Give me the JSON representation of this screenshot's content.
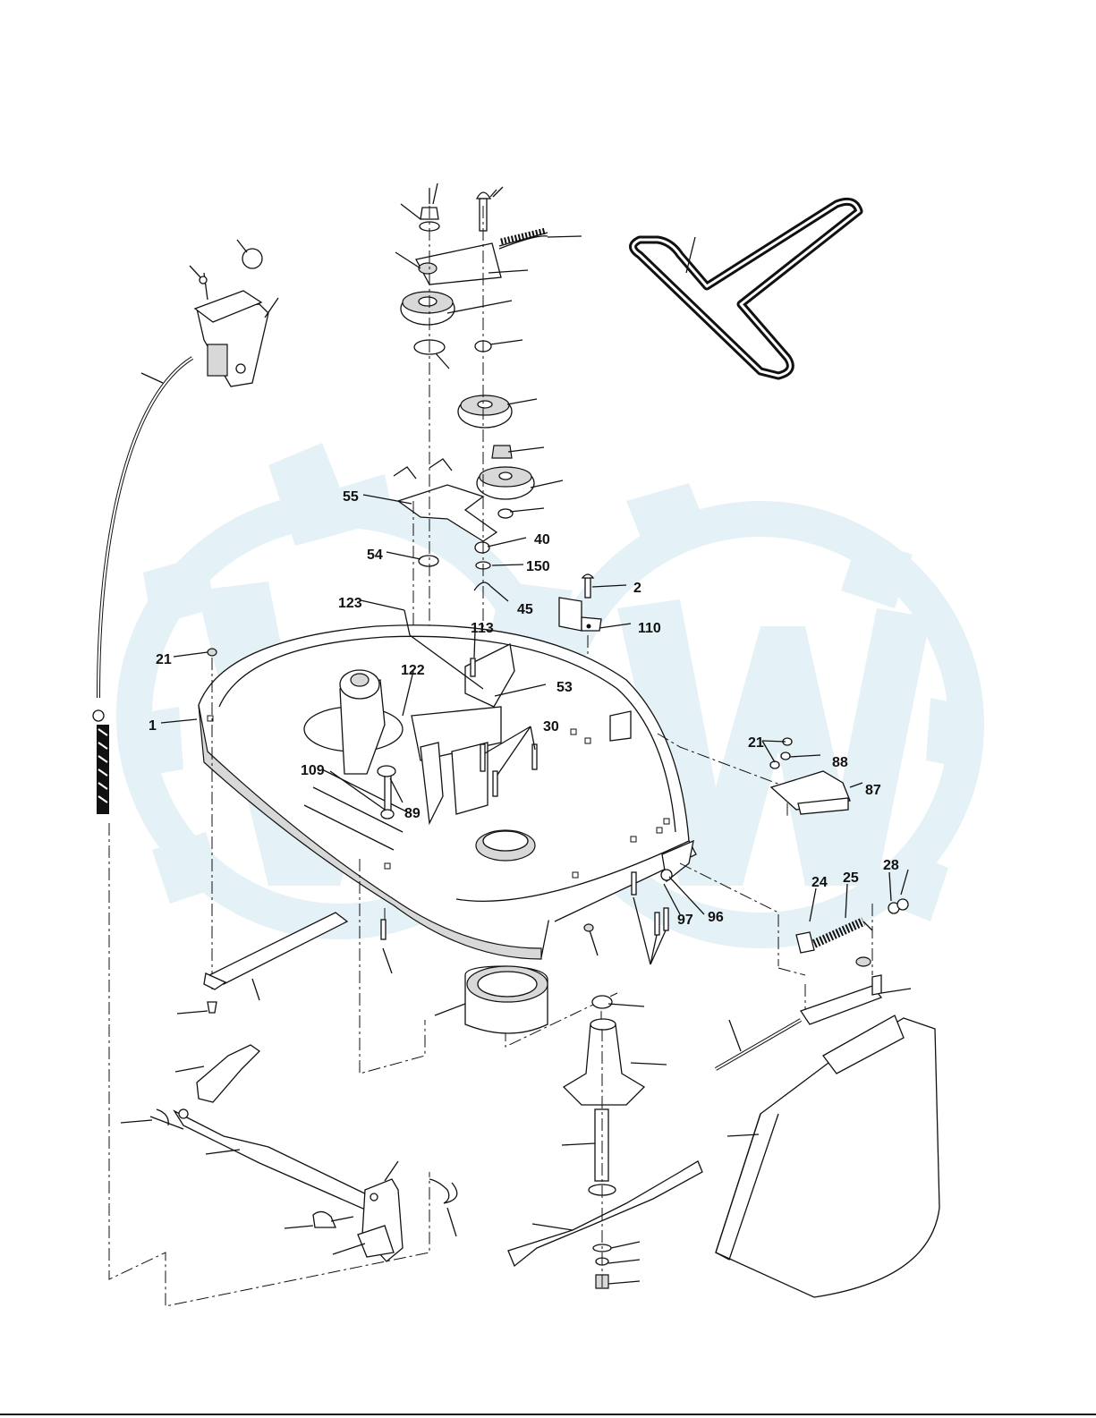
{
  "diagram": {
    "watermark_icon": "gear-w-watermark",
    "callouts": [
      {
        "id": "c55",
        "text": "55"
      },
      {
        "id": "c54",
        "text": "54"
      },
      {
        "id": "c40",
        "text": "40"
      },
      {
        "id": "c150",
        "text": "150"
      },
      {
        "id": "c45",
        "text": "45"
      },
      {
        "id": "c2",
        "text": "2"
      },
      {
        "id": "c123",
        "text": "123"
      },
      {
        "id": "c113",
        "text": "113"
      },
      {
        "id": "c110",
        "text": "110"
      },
      {
        "id": "c21a",
        "text": "21"
      },
      {
        "id": "c122",
        "text": "122"
      },
      {
        "id": "c53",
        "text": "53"
      },
      {
        "id": "c1",
        "text": "1"
      },
      {
        "id": "c30",
        "text": "30"
      },
      {
        "id": "c21b",
        "text": "21"
      },
      {
        "id": "c88",
        "text": "88"
      },
      {
        "id": "c109",
        "text": "109"
      },
      {
        "id": "c89",
        "text": "89"
      },
      {
        "id": "c87",
        "text": "87"
      },
      {
        "id": "c28",
        "text": "28"
      },
      {
        "id": "c24",
        "text": "24"
      },
      {
        "id": "c25",
        "text": "25"
      },
      {
        "id": "c97",
        "text": "97"
      },
      {
        "id": "c96",
        "text": "96"
      }
    ]
  }
}
